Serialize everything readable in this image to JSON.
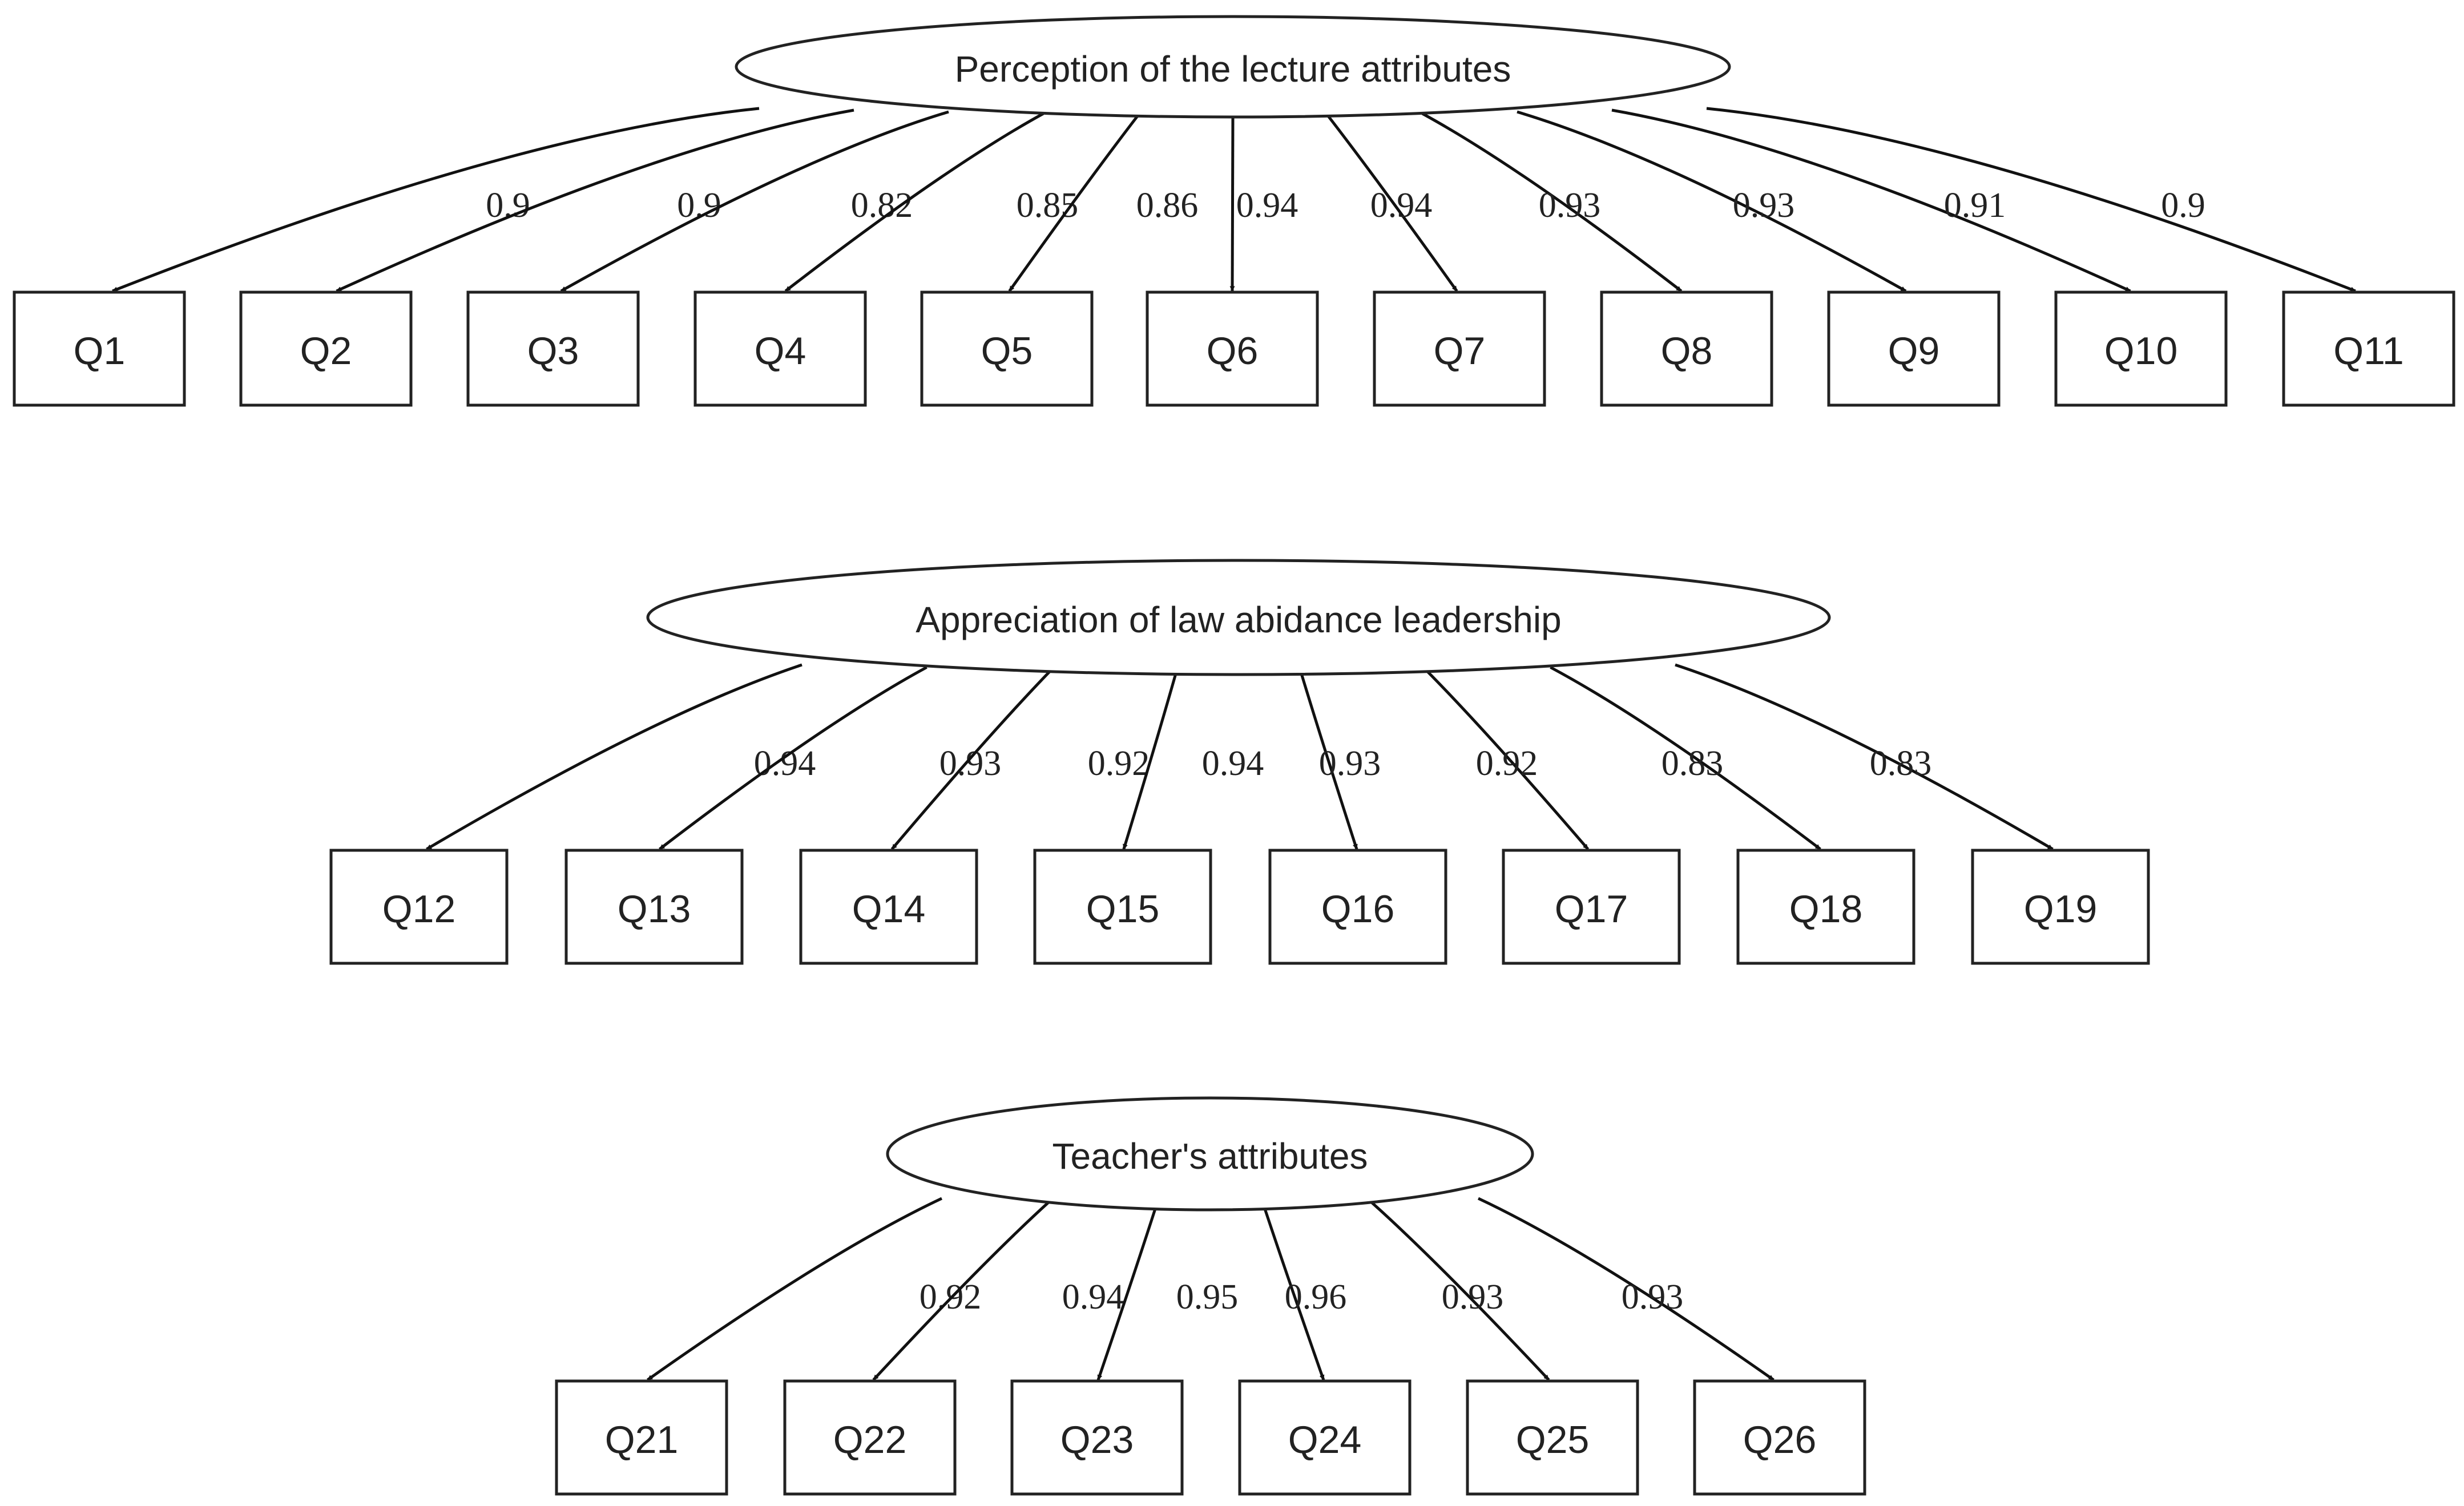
{
  "models": [
    {
      "latent": "Perception of the lecture attributes",
      "items": [
        "Q1",
        "Q2",
        "Q3",
        "Q4",
        "Q5",
        "Q6",
        "Q7",
        "Q8",
        "Q9",
        "Q10",
        "Q11"
      ],
      "loadings": [
        "0.9",
        "0.9",
        "0.82",
        "0.85",
        "0.86",
        "0.94",
        "0.94",
        "0.93",
        "0.93",
        "0.91",
        "0.9"
      ]
    },
    {
      "latent": "Appreciation of law abidance leadership",
      "items": [
        "Q12",
        "Q13",
        "Q14",
        "Q15",
        "Q16",
        "Q17",
        "Q18",
        "Q19"
      ],
      "loadings": [
        "0.94",
        "0.93",
        "0.92",
        "0.94",
        "0.93",
        "0.92",
        "0.83",
        "0.83"
      ]
    },
    {
      "latent": "Teacher's attributes",
      "items": [
        "Q21",
        "Q22",
        "Q23",
        "Q24",
        "Q25",
        "Q26"
      ],
      "loadings": [
        "0.92",
        "0.94",
        "0.95",
        "0.96",
        "0.93",
        "0.93"
      ]
    }
  ],
  "colors": {
    "stroke": "#222222",
    "background": "#ffffff"
  }
}
